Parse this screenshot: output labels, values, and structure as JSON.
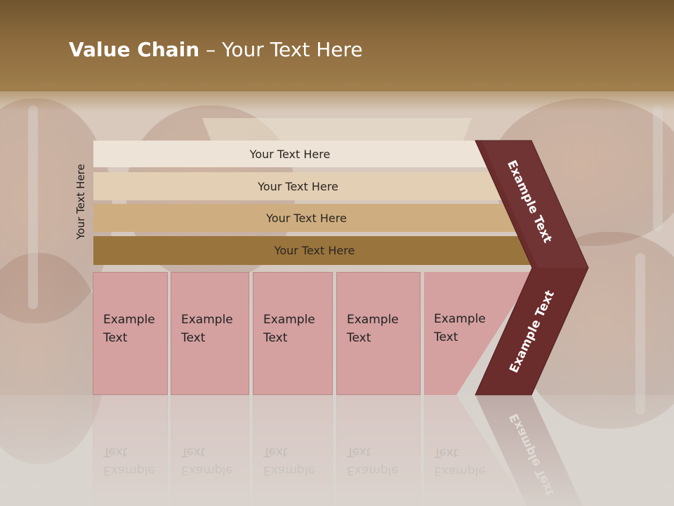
{
  "slide": {
    "title_bold": "Value Chain",
    "title_rest": " – Your Text Here",
    "vertical_label": "Your Text Here"
  },
  "rows": [
    {
      "label": "Your Text Here",
      "color": "#ede3d6"
    },
    {
      "label": "Your Text Here",
      "color": "#e3cfb4"
    },
    {
      "label": "Your Text Here",
      "color": "#ceae80"
    },
    {
      "label": "Your Text Here",
      "color": "#9a743d"
    }
  ],
  "boxes": [
    {
      "label": "Example\nText"
    },
    {
      "label": "Example\nText"
    },
    {
      "label": "Example\nText"
    },
    {
      "label": "Example\nText"
    },
    {
      "label": "Example\nText"
    }
  ],
  "chevron": {
    "upper_label": "Example Text",
    "lower_label": "Example Text",
    "color": "#6b2c2c"
  },
  "colors": {
    "box_fill": "#d4a0a0",
    "header_band": "#8d6b3e"
  }
}
